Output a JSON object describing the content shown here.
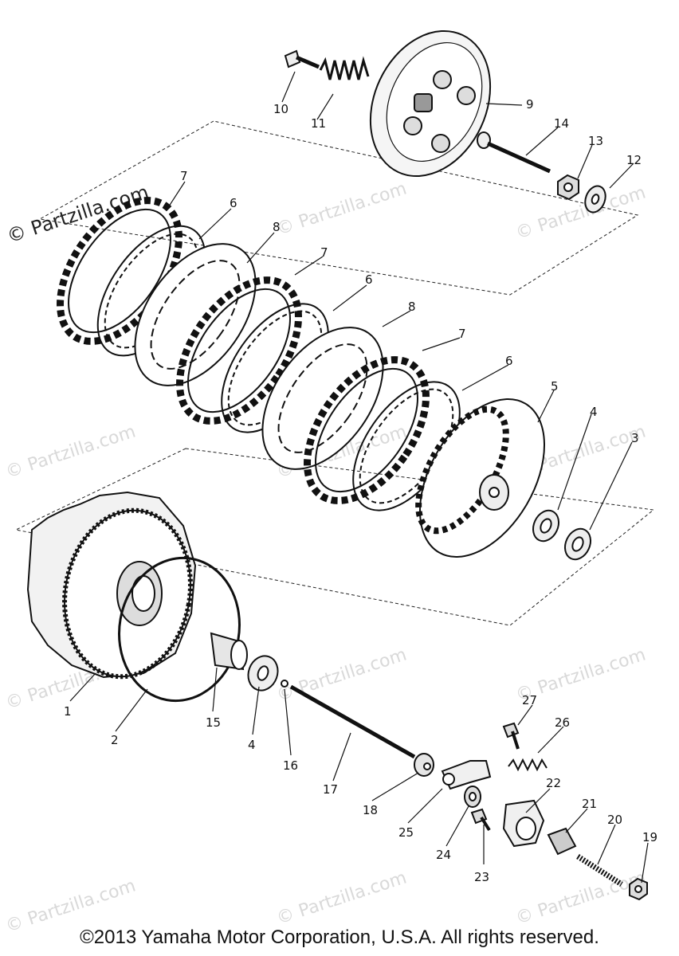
{
  "watermark": "© Partzilla.com",
  "copyright": "©2013 Yamaha Motor Corporation, U.S.A. All rights reserved.",
  "callouts": [
    "1",
    "2",
    "3",
    "4",
    "4",
    "5",
    "6",
    "6",
    "6",
    "7",
    "7",
    "7",
    "8",
    "8",
    "9",
    "10",
    "11",
    "12",
    "13",
    "14",
    "15",
    "16",
    "17",
    "18",
    "19",
    "20",
    "21",
    "22",
    "23",
    "24",
    "25",
    "26",
    "27"
  ]
}
